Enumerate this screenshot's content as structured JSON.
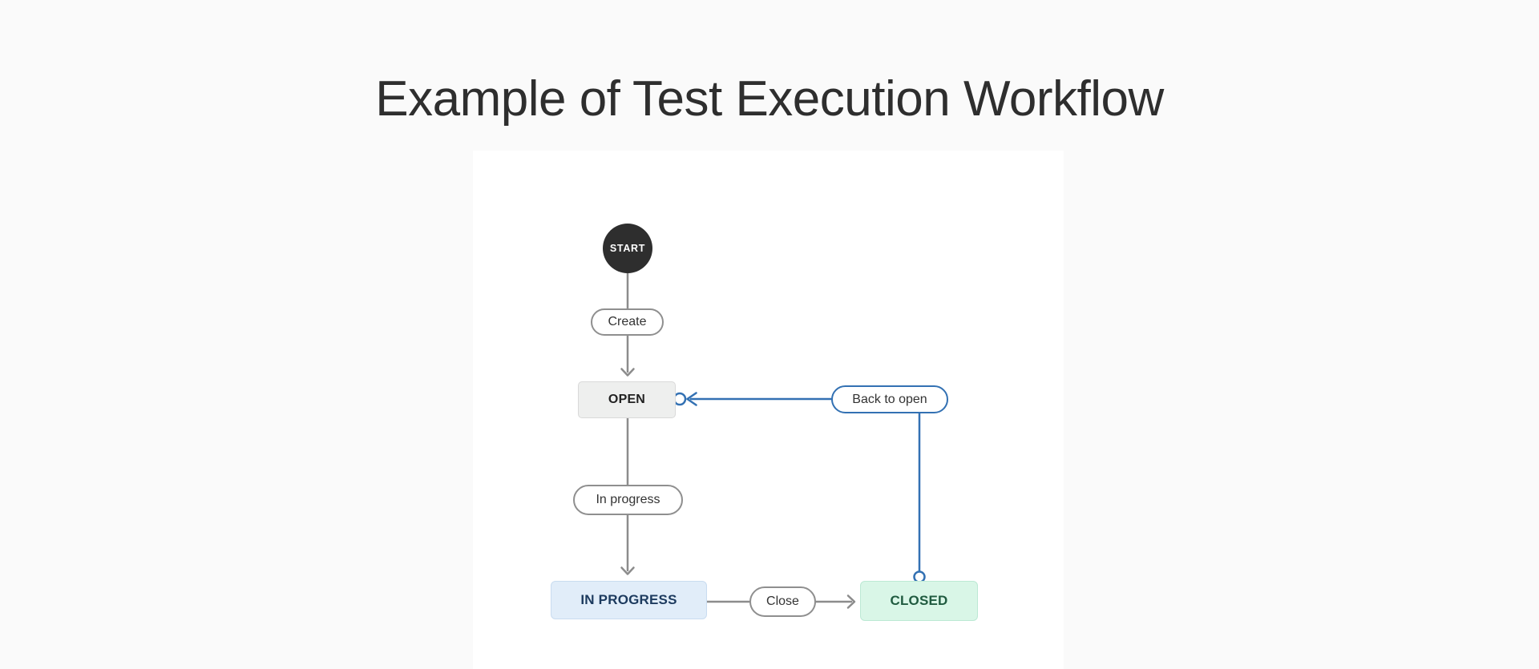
{
  "page": {
    "title": "Example of Test Execution Workflow"
  },
  "colors": {
    "page_background": "#fafafa",
    "canvas_background": "#ffffff",
    "title_text": "#2e2e2e",
    "gray_line": "#8c8c8c",
    "blue_line": "#3371b3",
    "start_node_fill": "#2e2e2e",
    "start_node_text": "#ffffff",
    "open_fill": "#eeefee",
    "open_border": "#d9d9d9",
    "open_text": "#222222",
    "in_progress_fill": "#e1edf9",
    "in_progress_border": "#c9dcf0",
    "in_progress_text": "#1c3a5e",
    "closed_fill": "#d9f6e7",
    "closed_border": "#bce9d4",
    "closed_text": "#205b40"
  },
  "workflow": {
    "start": {
      "label": "START"
    },
    "statuses": {
      "open": {
        "label": "OPEN"
      },
      "in_progress": {
        "label": "IN PROGRESS"
      },
      "closed": {
        "label": "CLOSED"
      }
    },
    "transitions": {
      "create": {
        "label": "Create",
        "from": "START",
        "to": "OPEN",
        "line_color": "#8c8c8c"
      },
      "in_progress": {
        "label": "In progress",
        "from": "OPEN",
        "to": "IN PROGRESS",
        "line_color": "#8c8c8c"
      },
      "close": {
        "label": "Close",
        "from": "IN PROGRESS",
        "to": "CLOSED",
        "line_color": "#8c8c8c"
      },
      "back_to_open": {
        "label": "Back to open",
        "from": "CLOSED",
        "to": "OPEN",
        "line_color": "#3371b3"
      }
    }
  }
}
